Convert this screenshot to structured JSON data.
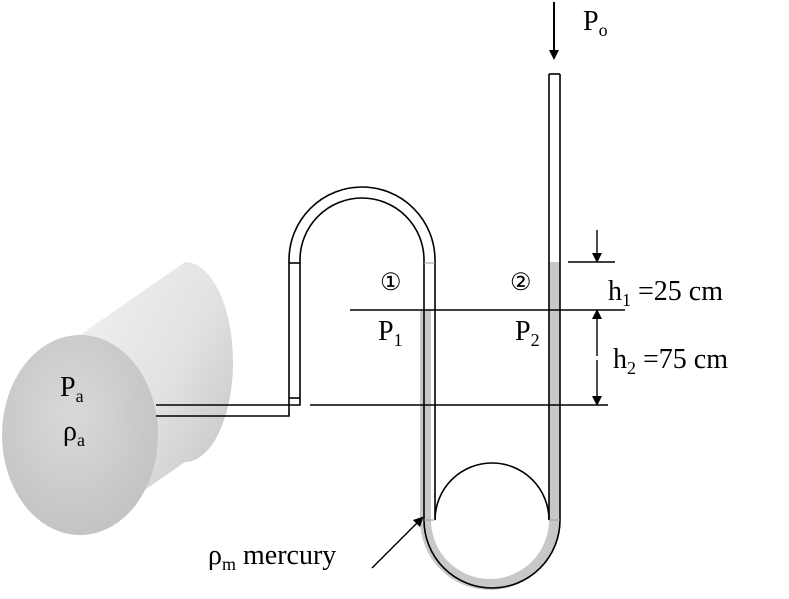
{
  "labels": {
    "tank_pressure": {
      "main": "P",
      "sub": "a"
    },
    "tank_density": {
      "main": "ρ",
      "sub": "a"
    },
    "outside_pressure": {
      "main": "P",
      "sub": "o"
    },
    "point_1_marker": "①",
    "point_2_marker": "②",
    "p1": {
      "main": "P",
      "sub": "1"
    },
    "p2": {
      "main": "P",
      "sub": "2"
    },
    "h1": {
      "main": "h",
      "sub": "1",
      "rest": " =25 cm"
    },
    "h2": {
      "main": "h",
      "sub": "2",
      "rest": " =75 cm"
    },
    "mercury": {
      "main": "ρ",
      "sub": "m",
      "rest": " mercury"
    }
  },
  "colors": {
    "mercury_fill": "#c8c8c8",
    "tube_stroke": "#000000",
    "tank_light": "#f4f4f4",
    "tank_dark": "#c4c4c4"
  }
}
